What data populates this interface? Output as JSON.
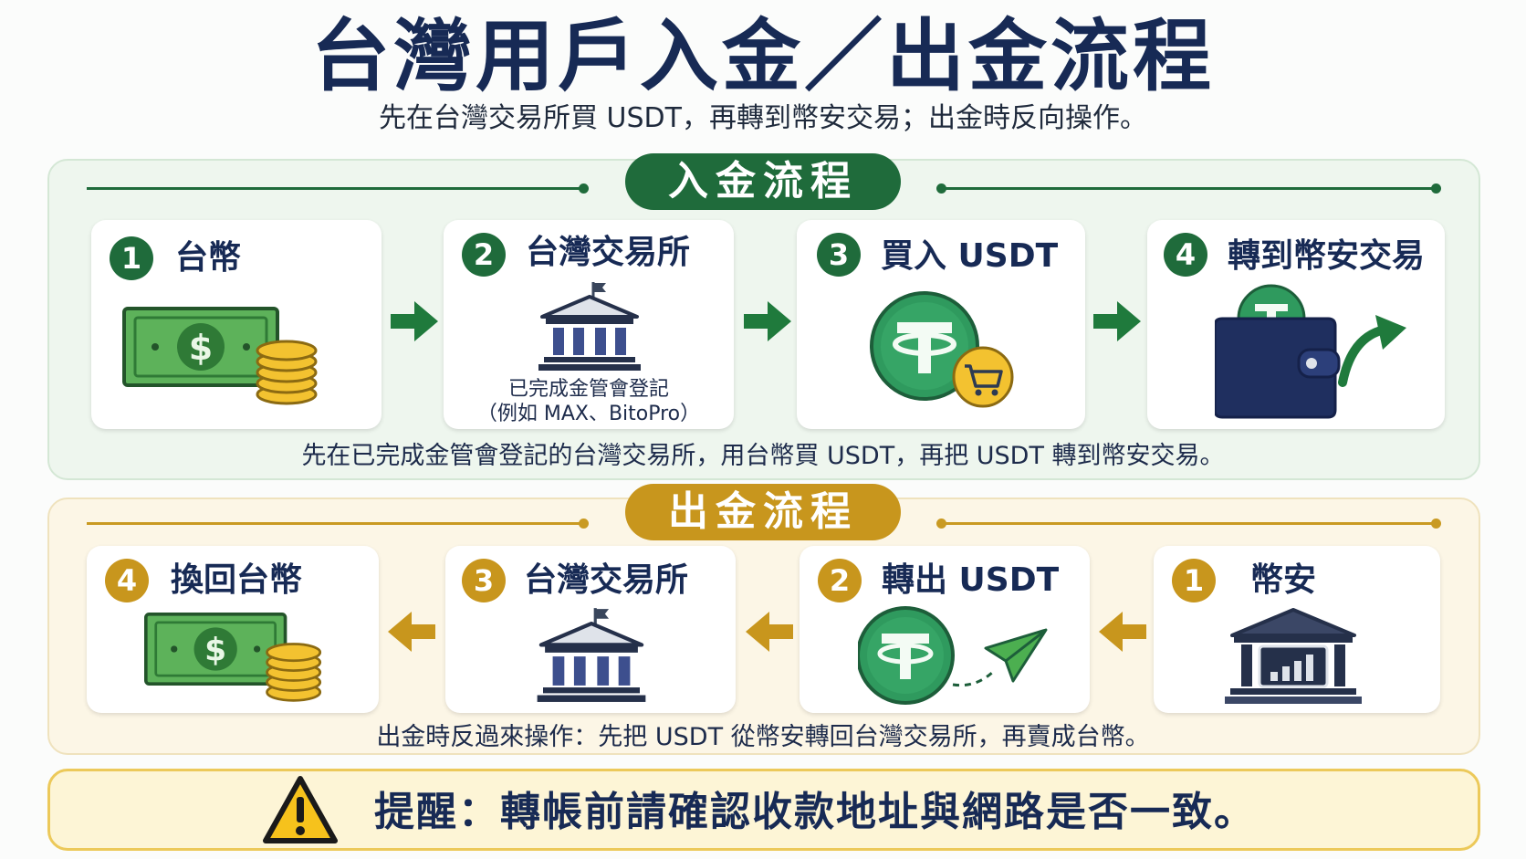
{
  "title": "台灣用戶入金／出金流程",
  "subtitle": "先在台灣交易所買 USDT，再轉到幣安交易；出金時反向操作。",
  "deposit": {
    "label": "入金流程",
    "steps": [
      {
        "num": "1",
        "title": "台幣",
        "icon": "cash-coins-icon"
      },
      {
        "num": "2",
        "title": "台灣交易所",
        "icon": "bank-icon",
        "note1": "已完成金管會登記",
        "note2": "（例如 MAX、BitoPro）"
      },
      {
        "num": "3",
        "title": "買入 USDT",
        "icon": "tether-cart-icon"
      },
      {
        "num": "4",
        "title": "轉到幣安交易",
        "icon": "wallet-send-icon"
      }
    ],
    "caption": "先在已完成金管會登記的台灣交易所，用台幣買 USDT，再把 USDT 轉到幣安交易。",
    "color": "#1f6b3b"
  },
  "withdraw": {
    "label": "出金流程",
    "steps": [
      {
        "num": "4",
        "title": "換回台幣",
        "icon": "cash-coins-icon"
      },
      {
        "num": "3",
        "title": "台灣交易所",
        "icon": "bank-icon"
      },
      {
        "num": "2",
        "title": "轉出 USDT",
        "icon": "tether-send-icon"
      },
      {
        "num": "1",
        "title": "幣安",
        "icon": "exchange-bank-icon"
      }
    ],
    "caption": "出金時反過來操作：先把 USDT 從幣安轉回台灣交易所，再賣成台幣。",
    "color": "#c8961d"
  },
  "reminder": {
    "text": "提醒：轉帳前請確認收款地址與網路是否一致。",
    "icon": "warning-icon"
  }
}
